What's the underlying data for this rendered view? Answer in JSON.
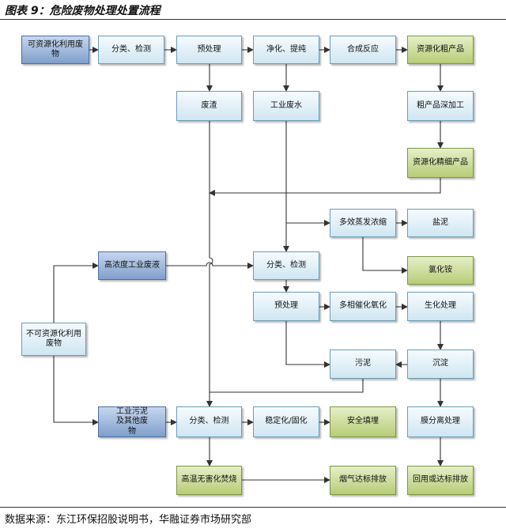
{
  "title": "图表 9：危险废物处理处置流程",
  "source": "数据来源：东江环保招股说明书，华融证券市场研究部",
  "nodes": {
    "recyclable_waste": "可资源化利用废物",
    "classify_detect_top": "分类、检测",
    "pretreat_top": "预处理",
    "purify": "净化、提纯",
    "synthesis": "合成反应",
    "resource_crude": "资源化粗产品",
    "waste_residue": "废渣",
    "industrial_wastewater": "工业废水",
    "crude_deep_processing": "粗产品深加工",
    "resource_fine": "资源化精细产品",
    "multi_effect_evaporator": "多效蒸发浓缩",
    "salt_sludge": "盐泥",
    "ammonium_chloride": "氯化铵",
    "high_conc_wastewater": "高浓度工业废液",
    "classify_detect_mid": "分类、检测",
    "pretreat_mid": "预处理",
    "multi_catalytic_oxidation": "多相催化氧化",
    "biochemical": "生化处理",
    "non_recyclable_waste": "不可资源化利用废物",
    "sludge": "污泥",
    "sediment": "沉淀",
    "industrial_sludge_other": "工业污泥及其他废物",
    "classify_detect_bot": "分类、检测",
    "stabilize_solidify": "稳定化/固化",
    "safe_landfill": "安全填埋",
    "membrane_separation": "膜分离处理",
    "high_temp_incineration": "高温无害化焚烧",
    "flue_gas_emission": "烟气达标排放",
    "reuse_or_emission": "回用或达标排放"
  },
  "colors": {
    "process_node": "#cfe6f2",
    "source_node": "#7f9fcc",
    "product_node": "#b7cc77",
    "connector": "#333333"
  }
}
